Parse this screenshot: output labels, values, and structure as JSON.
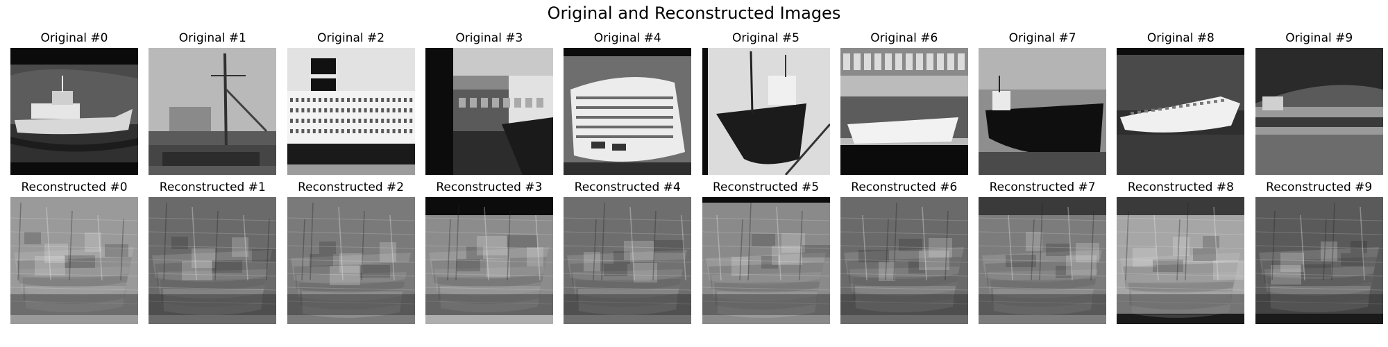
{
  "figure": {
    "title": "Original and Reconstructed Images"
  },
  "rows": [
    {
      "kind": "original",
      "panels": [
        {
          "title": "Original #0"
        },
        {
          "title": "Original #1"
        },
        {
          "title": "Original #2"
        },
        {
          "title": "Original #3"
        },
        {
          "title": "Original #4"
        },
        {
          "title": "Original #5"
        },
        {
          "title": "Original #6"
        },
        {
          "title": "Original #7"
        },
        {
          "title": "Original #8"
        },
        {
          "title": "Original #9"
        }
      ]
    },
    {
      "kind": "reconstructed",
      "panels": [
        {
          "title": "Reconstructed #0"
        },
        {
          "title": "Reconstructed #1"
        },
        {
          "title": "Reconstructed #2"
        },
        {
          "title": "Reconstructed #3"
        },
        {
          "title": "Reconstructed #4"
        },
        {
          "title": "Reconstructed #5"
        },
        {
          "title": "Reconstructed #6"
        },
        {
          "title": "Reconstructed #7"
        },
        {
          "title": "Reconstructed #8"
        },
        {
          "title": "Reconstructed #9"
        }
      ]
    }
  ],
  "palette": {
    "black": "#0a0a0a",
    "dark": "#3a3a3a",
    "mid": "#808080",
    "light": "#c8c8c8",
    "white": "#f4f4f4"
  }
}
